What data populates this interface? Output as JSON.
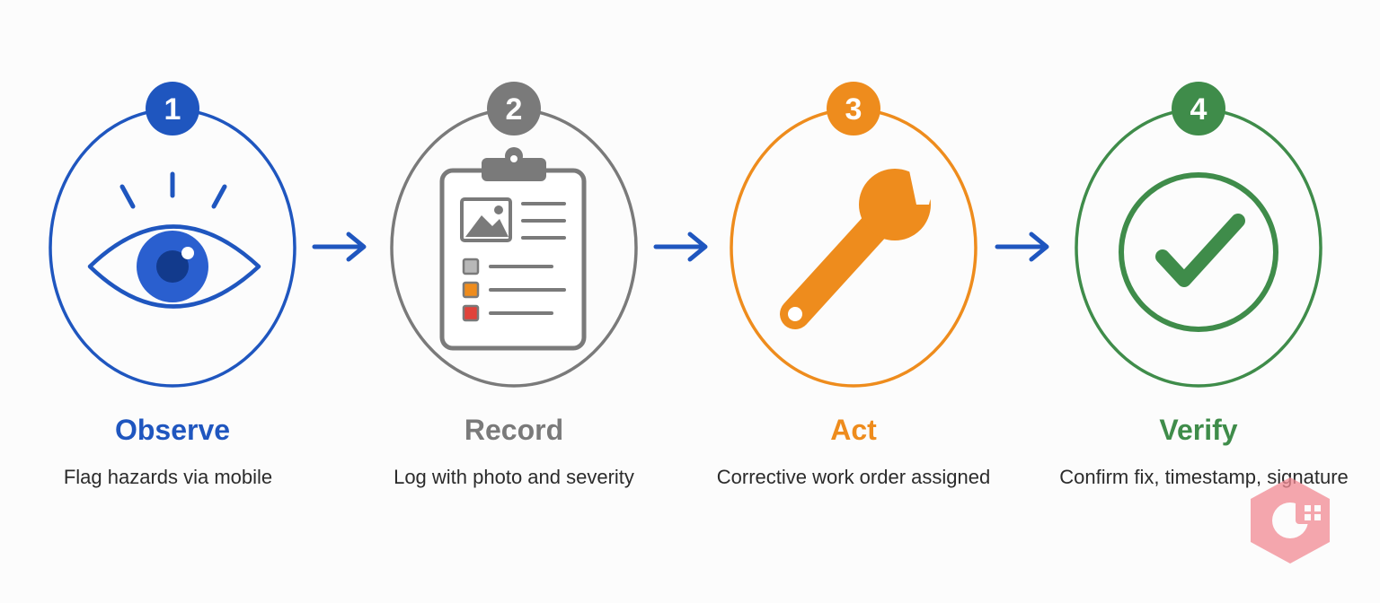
{
  "steps": [
    {
      "number": "1",
      "title": "Observe",
      "description": "Flag hazards via mobile",
      "color": "#1f56bf",
      "icon": "eye-icon"
    },
    {
      "number": "2",
      "title": "Record",
      "description": "Log with photo and severity",
      "color": "#7a7a7a",
      "icon": "clipboard-icon"
    },
    {
      "number": "3",
      "title": "Act",
      "description": "Corrective work order assigned",
      "color": "#ee8c1d",
      "icon": "wrench-icon"
    },
    {
      "number": "4",
      "title": "Verify",
      "description": "Confirm fix, timestamp, signature",
      "color": "#3f8c4a",
      "icon": "checkmark-icon"
    }
  ],
  "arrow_color": "#1f56bf",
  "severity_colors": [
    "#b8b8b8",
    "#ee8c1d",
    "#e0433b"
  ]
}
